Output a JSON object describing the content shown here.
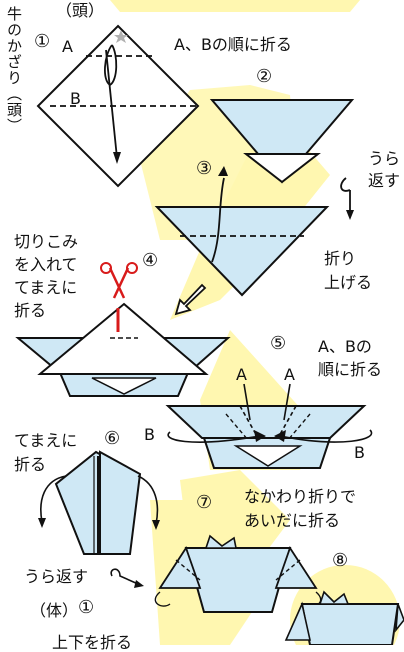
{
  "side_title": "牛のかざり（頭）",
  "top_label_head": "（頭）",
  "steps": {
    "s1": {
      "num": "①",
      "instruction": "A、Bの順に折る",
      "label_a": "A",
      "label_b": "B"
    },
    "s2": {
      "num": "②"
    },
    "s3": {
      "num": "③",
      "note_flip": [
        "うら",
        "返す"
      ],
      "note_fold": [
        "折り",
        "上げる"
      ]
    },
    "s4": {
      "num": "④",
      "instruction": [
        "切りこみ",
        "を入れて",
        "てまえに",
        "折る"
      ]
    },
    "s5": {
      "num": "⑤",
      "instruction": [
        "A、Bの",
        "順に折る"
      ],
      "label_a1": "A",
      "label_a2": "A",
      "label_b1": "B",
      "label_b2": "B"
    },
    "s6": {
      "num": "⑥",
      "instruction": [
        "てまえに",
        "折る"
      ],
      "note_flip": "うら返す"
    },
    "s7": {
      "num": "⑦",
      "instruction": [
        "なかわり折りで",
        "あいだに折る"
      ]
    },
    "s8": {
      "num": "⑧"
    }
  },
  "body_title": "（体）",
  "body_step": "①",
  "body_instruction_cut": "上下を折る",
  "colors": {
    "paper": "#cfe8f5",
    "paper_light": "#ffffff",
    "highlight": "#fff7b0",
    "scissors": "#d81b1b",
    "star": "#b0b0b0"
  },
  "icons": [
    "scissors-icon",
    "fold-arrow-icon",
    "flip-loop-icon",
    "star-icon"
  ]
}
